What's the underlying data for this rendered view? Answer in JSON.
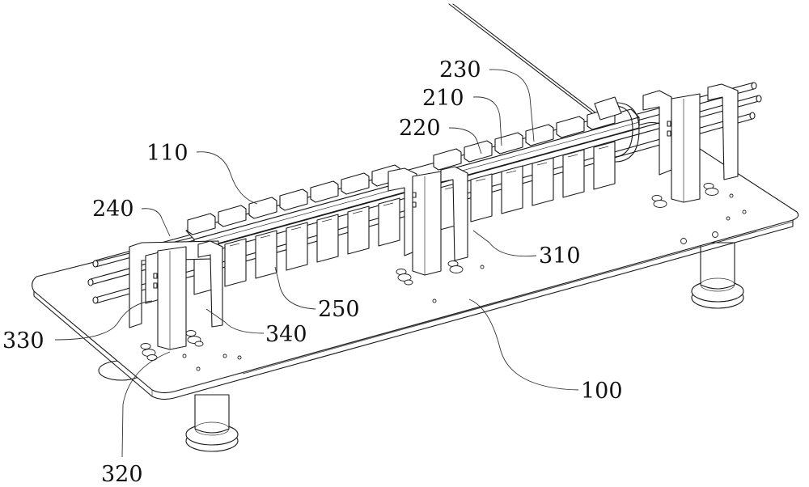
{
  "figure": {
    "type": "patent-style isometric line drawing",
    "subject": "rail-mounted multi-station carrier assembly on a base plate with legs"
  },
  "labels": [
    {
      "id": "100",
      "text": "100",
      "part": "base-plate"
    },
    {
      "id": "110",
      "text": "110",
      "part": "carrier-slots"
    },
    {
      "id": "210",
      "text": "210",
      "part": "rail"
    },
    {
      "id": "220",
      "text": "220",
      "part": "rail-lower"
    },
    {
      "id": "230",
      "text": "230",
      "part": "rail-upper"
    },
    {
      "id": "240",
      "text": "240",
      "part": "rail-left-end"
    },
    {
      "id": "250",
      "text": "250",
      "part": "rod"
    },
    {
      "id": "310",
      "text": "310",
      "part": "middle-support"
    },
    {
      "id": "320",
      "text": "320",
      "part": "front-support-base"
    },
    {
      "id": "330",
      "text": "330",
      "part": "front-support-block"
    },
    {
      "id": "340",
      "text": "340",
      "part": "front-support-frame"
    }
  ],
  "colors": {
    "line": "#1a1a1a",
    "background": "#ffffff"
  }
}
